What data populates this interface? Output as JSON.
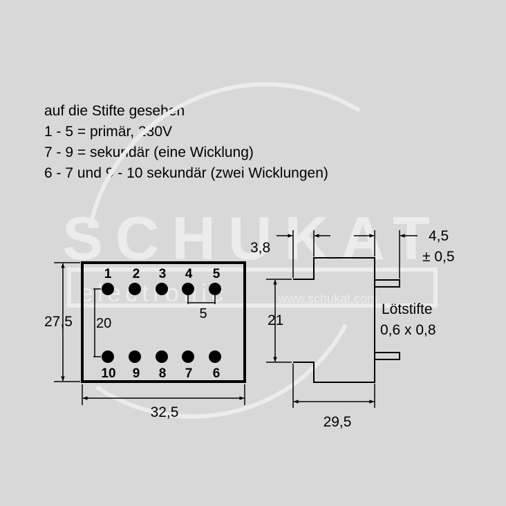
{
  "notes": [
    "auf die Stifte gesehen",
    "1 - 5 = primär, 230V",
    "7 - 9 = sekundär (eine Wicklung)",
    "6 - 7 und 9 - 10 sekundär (zwei Wicklungen)"
  ],
  "watermark": {
    "brand": "SCHUKAT",
    "sub": "electronic",
    "url": "www.schukat.com"
  },
  "front_view": {
    "pins_top": [
      "1",
      "2",
      "3",
      "4",
      "5"
    ],
    "pins_bottom": [
      "10",
      "9",
      "8",
      "7",
      "6"
    ],
    "dim_height": "27,5",
    "dim_width": "32,5",
    "dim_pin_pitch": "5",
    "dim_row_spacing": "20"
  },
  "side_view": {
    "dim_top_step": "3,8",
    "dim_pin_offset_line1": "4,5",
    "dim_pin_offset_line2": "± 0,5",
    "dim_body_height": "21",
    "dim_depth": "29,5",
    "pins_label_line1": "Lötstifte",
    "pins_label_line2": "0,6 x 0,8"
  },
  "colors": {
    "background": "#d8d8d8",
    "ink": "#000000",
    "watermark": "#ececec"
  }
}
